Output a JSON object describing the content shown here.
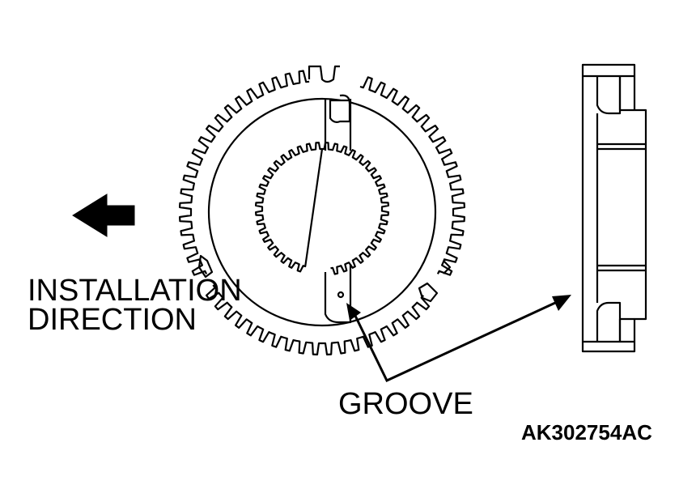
{
  "labels": {
    "installation_line1": "INSTALLATION",
    "installation_line2": "DIRECTION",
    "groove": "GROOVE",
    "figure_ref": "AK302754AC"
  },
  "icons": {
    "direction_arrow": "arrow-left-icon"
  },
  "colors": {
    "ink": "#000000",
    "background": "#ffffff"
  }
}
